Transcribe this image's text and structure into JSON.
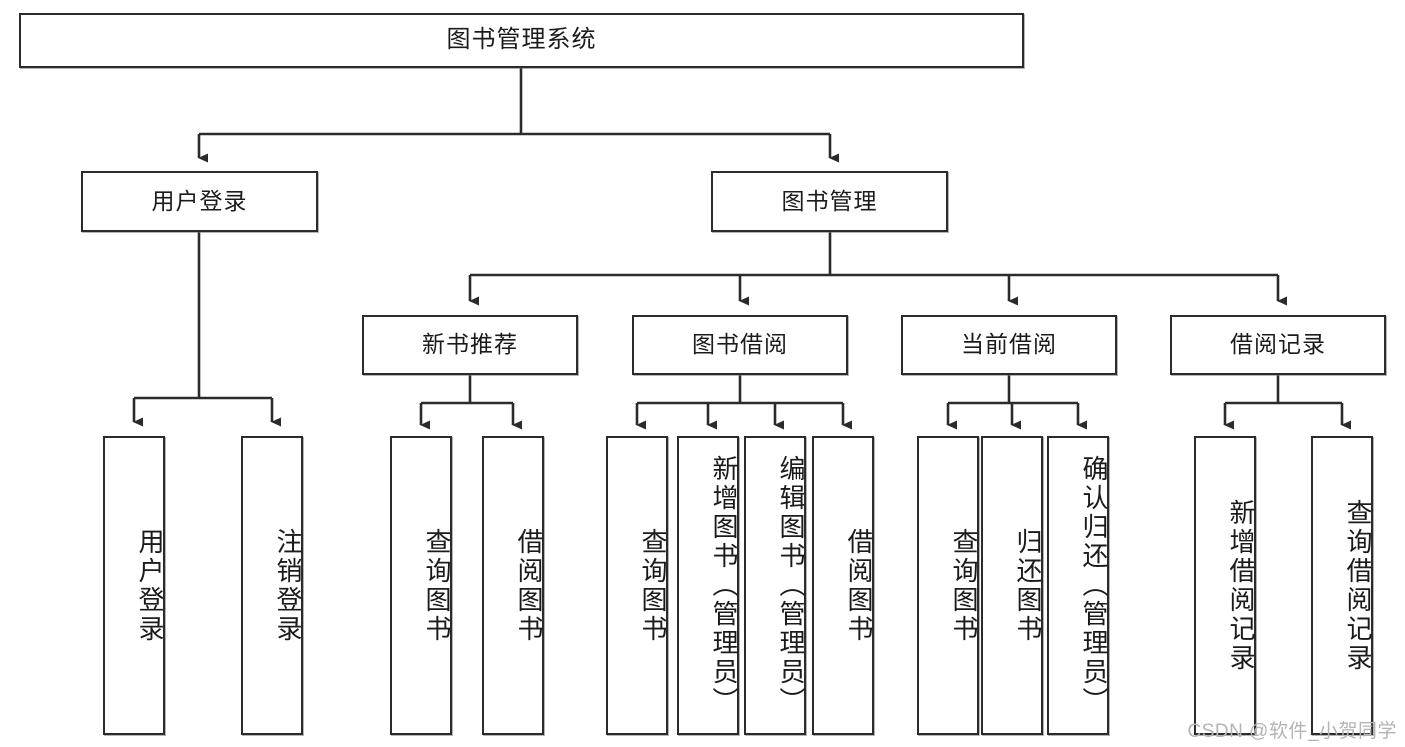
{
  "diagram": {
    "title": "图书管理系统",
    "watermark": "CSDN @软件_小贺同学",
    "colors": {
      "background": "#ffffff",
      "border": "#2b2b2b",
      "text": "#1b1b1b",
      "wire": "#2b2b2b",
      "watermark": "#b4b4b4"
    },
    "root": {
      "label": "图书管理系统"
    },
    "level2": [
      {
        "label": "用户登录"
      },
      {
        "label": "图书管理"
      }
    ],
    "level3": [
      {
        "label": "新书推荐"
      },
      {
        "label": "图书借阅"
      },
      {
        "label": "当前借阅"
      },
      {
        "label": "借阅记录"
      }
    ],
    "leaves": {
      "user_login": [
        {
          "label": "用户登录"
        },
        {
          "label": "注销登录"
        }
      ],
      "new_book_recommend": [
        {
          "label": "查询图书"
        },
        {
          "label": "借阅图书"
        }
      ],
      "book_borrow": [
        {
          "label": "查询图书"
        },
        {
          "label": "新增图书（管理员）"
        },
        {
          "label": "编辑图书（管理员）"
        },
        {
          "label": "借阅图书"
        }
      ],
      "current_borrow": [
        {
          "label": "查询图书"
        },
        {
          "label": "归还图书"
        },
        {
          "label": "确认归还（管理员）"
        }
      ],
      "borrow_records": [
        {
          "label": "新增借阅记录"
        },
        {
          "label": "查询借阅记录"
        }
      ]
    }
  }
}
